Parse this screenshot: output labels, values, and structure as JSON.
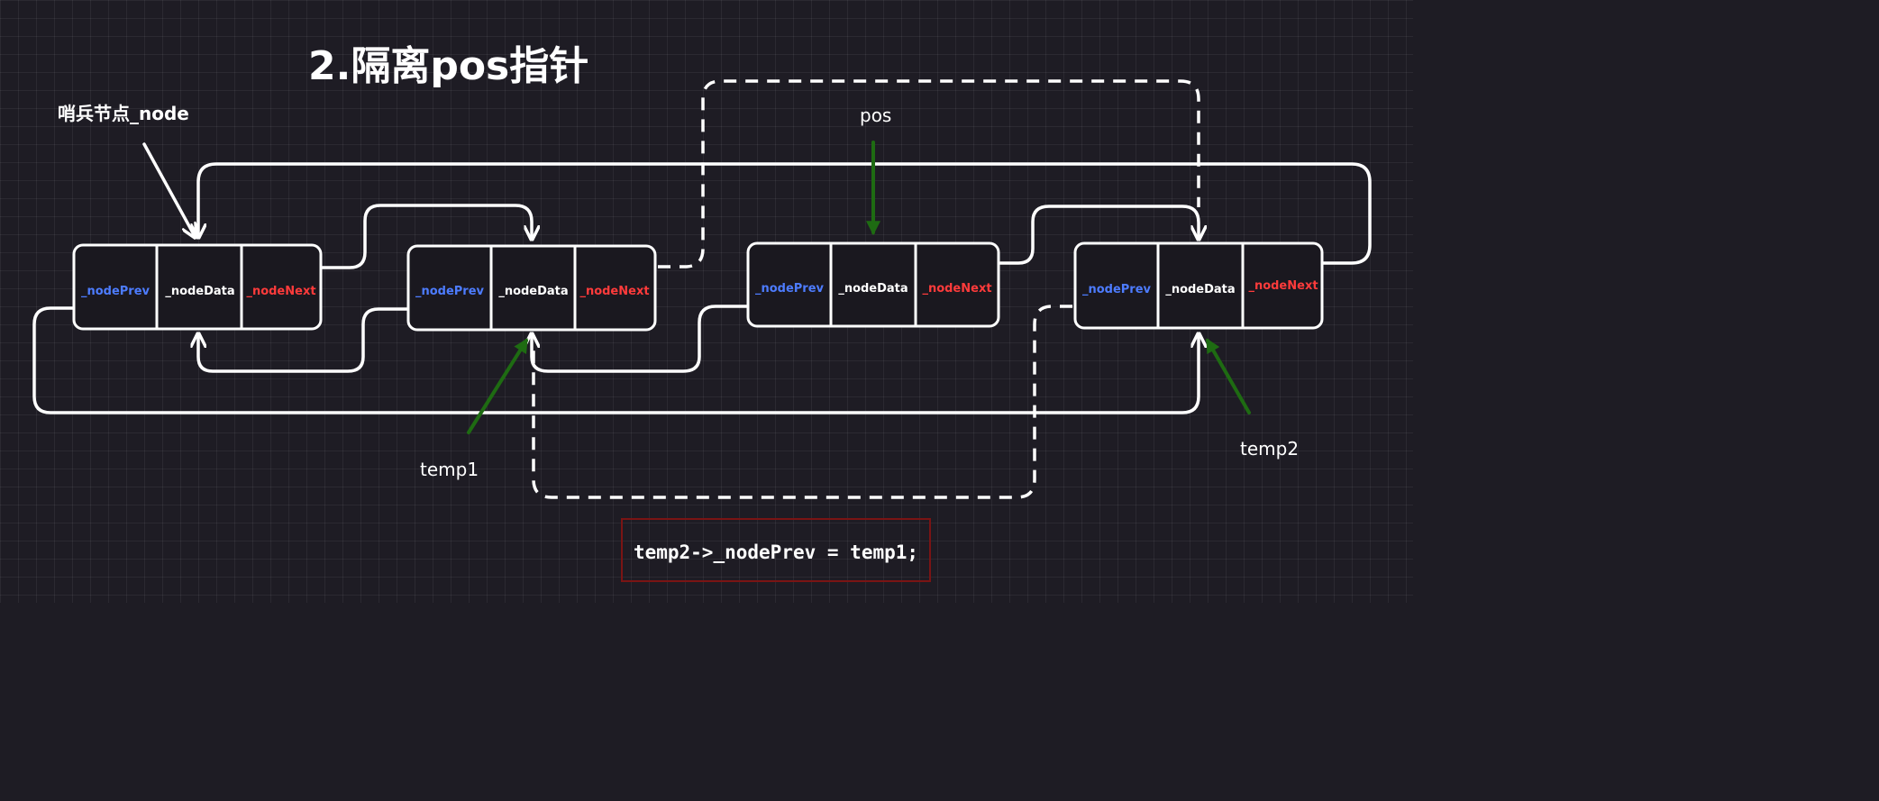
{
  "title": "2.隔离pos指针",
  "labels": {
    "sentinel": "哨兵节点_node",
    "pos": "pos",
    "temp1": "temp1",
    "temp2": "temp2"
  },
  "nodes": [
    {
      "prev": "_nodePrev",
      "data": "_nodeData",
      "next": "_nodeNext"
    },
    {
      "prev": "_nodePrev",
      "data": "_nodeData",
      "next": "_nodeNext"
    },
    {
      "prev": "_nodePrev",
      "data": "_nodeData",
      "next": "_nodeNext"
    },
    {
      "prev": "_nodePrev",
      "data": "_nodeData",
      "next": "_nodeNext"
    }
  ],
  "code": "temp2->_nodePrev = temp1;",
  "colors": {
    "background": "#1e1c24",
    "prev_text": "#4d7cff",
    "data_text": "#ffffff",
    "next_text": "#ff3b3b",
    "pointer_arrow": "#1e6b12",
    "code_box_border": "#7a1414"
  }
}
